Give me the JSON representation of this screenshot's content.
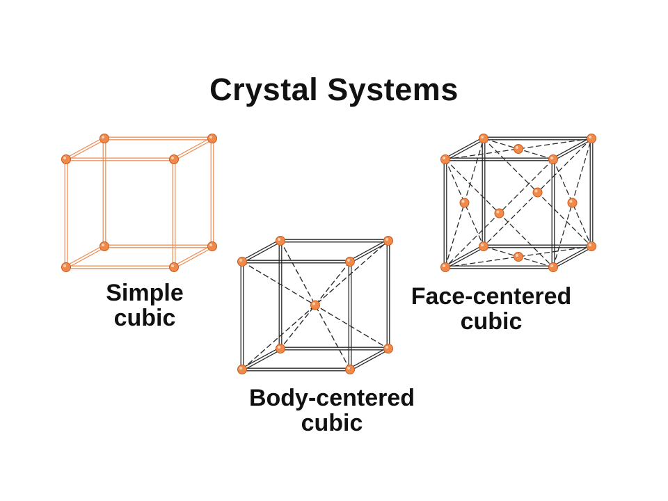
{
  "title": "Crystal Systems",
  "colors": {
    "atom_fill": "#f08a4b",
    "atom_edge": "#c85a1e",
    "simple_edges": "#f0925c",
    "dark_edges": "#2a2a2a",
    "text": "#111111"
  },
  "structures": [
    {
      "id": "simple-cubic",
      "lines": [
        "Simple",
        "cubic"
      ]
    },
    {
      "id": "body-centered-cubic",
      "lines": [
        "Body-centered",
        "cubic"
      ]
    },
    {
      "id": "face-centered-cubic",
      "lines": [
        "Face-centered",
        "cubic"
      ]
    }
  ]
}
